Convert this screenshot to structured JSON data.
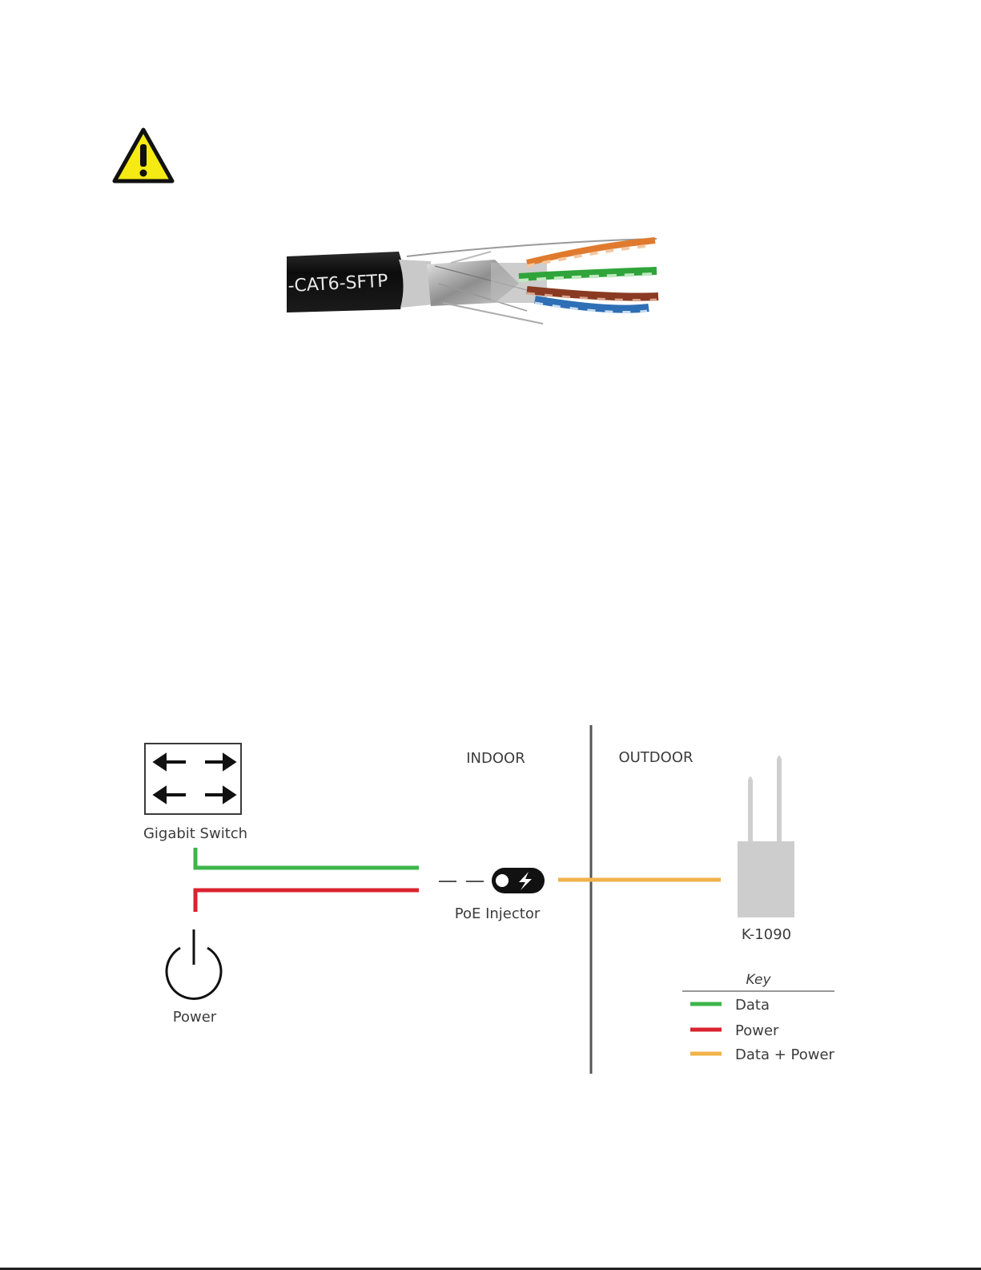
{
  "warning": {
    "icon": "warning-triangle-icon",
    "color": "#f5ea14"
  },
  "cable_photo": {
    "print_text": "-CAT6-SFTP",
    "pair_colors": {
      "orange": "#e07a2e",
      "green": "#2fa43a",
      "brown": "#8a3a22",
      "blue": "#2f6fb5"
    }
  },
  "diagram": {
    "zones": {
      "indoor": "INDOOR",
      "outdoor": "OUTDOOR"
    },
    "switch": {
      "label": "Gigabit Switch",
      "icon": "switch-arrows-icon"
    },
    "power_source": {
      "label": "Power",
      "icon": "power-icon"
    },
    "injector": {
      "label": "PoE Injector",
      "icon": "poe-injector-icon"
    },
    "device": {
      "label": "K-1090",
      "icon": "outdoor-access-point-icon"
    },
    "key": {
      "title": "Key",
      "entries": [
        {
          "label": "Data",
          "color": "#3db54a"
        },
        {
          "label": "Power",
          "color": "#d9232e"
        },
        {
          "label": "Data + Power",
          "color": "#f0b24a"
        }
      ]
    }
  }
}
